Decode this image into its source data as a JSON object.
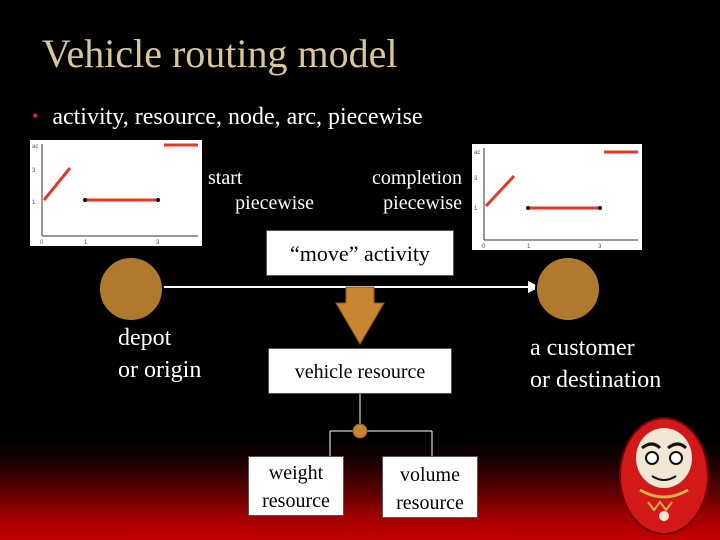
{
  "title": "Vehicle routing model",
  "bullet": "activity,  resource, node, arc, piecewise",
  "start_label": [
    "start",
    "piecewise"
  ],
  "completion_label": [
    "completion",
    "piecewise"
  ],
  "move_activity": "“move” activity",
  "depot_label": [
    "depot",
    "or origin"
  ],
  "customer_label": [
    "a customer",
    "or destination"
  ],
  "vehicle_resource": "vehicle resource",
  "weight_resource": [
    "weight",
    "resource"
  ],
  "volume_resource": [
    "volume",
    "resource"
  ],
  "colors": {
    "title": "#d8c79a",
    "bullet": "#e0222a",
    "node": "#b07a2e",
    "arrow": "#c9852f",
    "bottom_gradient": "#c40000"
  },
  "icons": {
    "mascot": "daruma-doll-icon"
  }
}
